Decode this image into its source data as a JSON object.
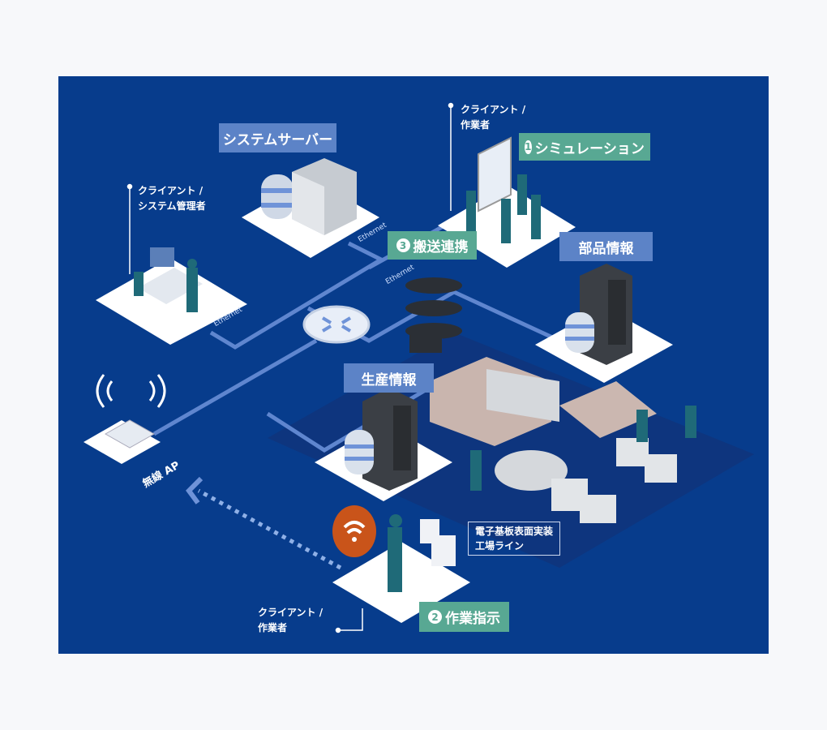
{
  "labels": {
    "system_server": "システムサーバー",
    "simulation_num": "1",
    "simulation": "シミュレーション",
    "transport_num": "3",
    "transport": "搬送連携",
    "parts_info": "部品情報",
    "production_info": "生産情報",
    "work_instruction_num": "2",
    "work_instruction": "作業指示",
    "factory_line_1": "電子基板表面実装",
    "factory_line_2": "工場ライン",
    "wireless_ap": "無線 AP"
  },
  "roles": {
    "admin_1": "クライアント /",
    "admin_2": "システム管理者",
    "worker_top_1": "クライアント /",
    "worker_top_2": "作業者",
    "worker_bottom_1": "クライアント /",
    "worker_bottom_2": "作業者"
  },
  "ethernet": [
    "Ethernet",
    "Ethernet",
    "Ethernet"
  ],
  "colors": {
    "background": "#073c8c",
    "callout_blue": "#5c83c7",
    "callout_green": "#58a893",
    "network_line": "#5f86cf",
    "wifi_badge": "#c9541a"
  }
}
